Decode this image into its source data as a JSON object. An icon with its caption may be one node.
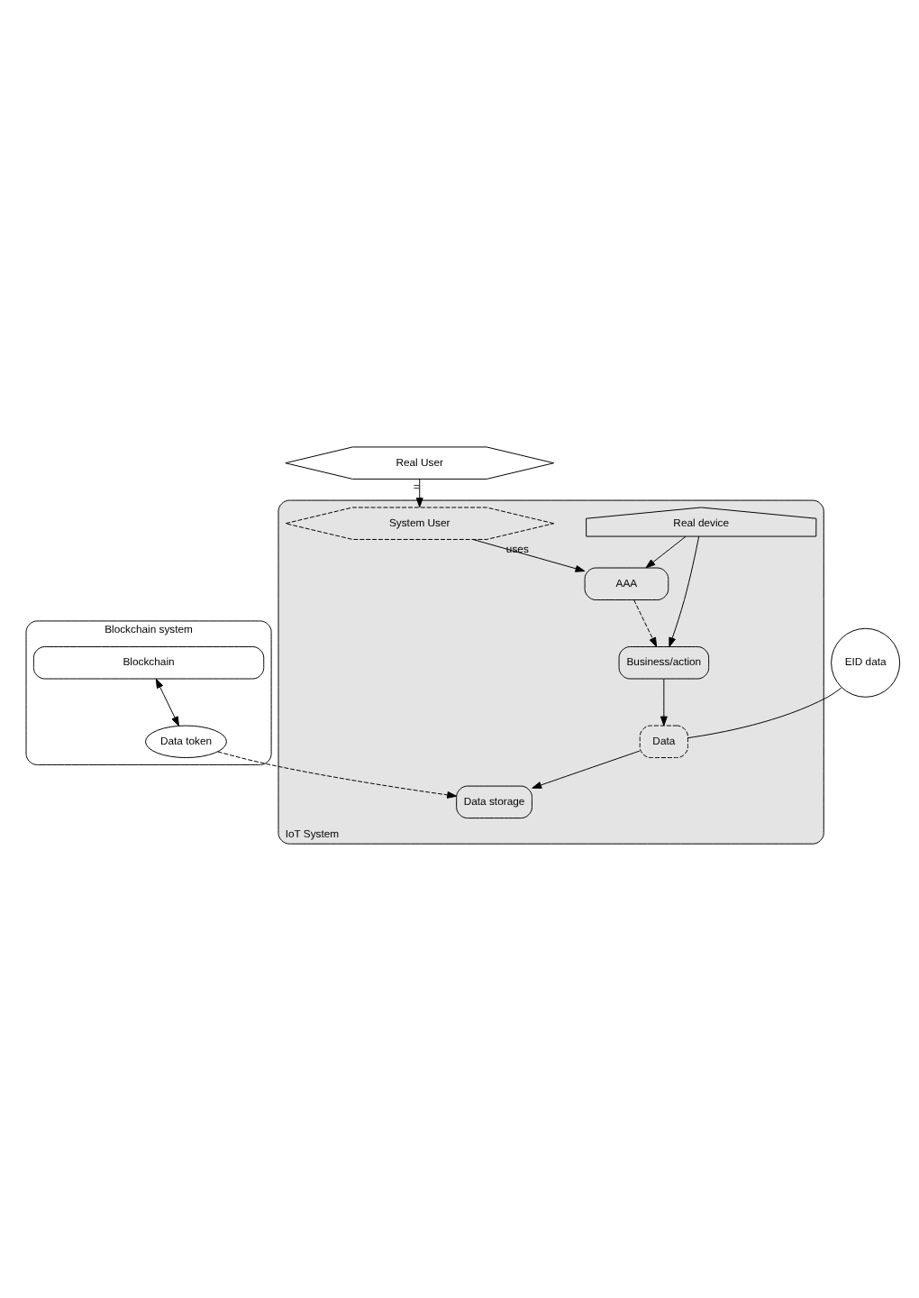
{
  "diagram": {
    "nodes": [
      {
        "text": [
          "Blockchain system"
        ]
      },
      {
        "text": [
          "Blockchain"
        ],
        "in": 0
      },
      {
        "text": [
          "Data token"
        ],
        "in": 0
      },
      {
        "text": [
          "EID data"
        ]
      },
      {
        "text": [
          "IoT System"
        ]
      },
      {
        "text": [
          "Data storage"
        ],
        "in": 4
      },
      {
        "text": [
          "Data"
        ],
        "in": 4
      },
      {
        "text": [
          "AAA"
        ],
        "in": 4
      },
      {
        "text": [
          "Business/action"
        ],
        "in": 4
      },
      {
        "text": [
          "Real device"
        ],
        "in": 4
      },
      {
        "text": [
          "System User"
        ],
        "in": 4
      },
      {
        "text": [
          "Real User"
        ]
      }
    ],
    "edges": [
      {
        "from": 1,
        "to": 2,
        "arrow": "both"
      },
      {
        "from": 2,
        "to": 5,
        "arrow": "to",
        "style": "dashed"
      },
      {
        "from": 3,
        "to": 6,
        "arrow": "none"
      },
      {
        "from": 6,
        "to": 5,
        "arrow": "to"
      },
      {
        "from": 8,
        "to": 6,
        "arrow": "to"
      },
      {
        "from": 7,
        "to": 8,
        "arrow": "to",
        "style": "dashed"
      },
      {
        "from": 9,
        "to": 7,
        "arrow": "to"
      },
      {
        "from": 9,
        "to": 8,
        "arrow": "to"
      },
      {
        "from": 10,
        "to": 7,
        "arrow": "to",
        "label": "uses"
      },
      {
        "from": 11,
        "to": 10,
        "arrow": "to",
        "label": "="
      }
    ]
  }
}
